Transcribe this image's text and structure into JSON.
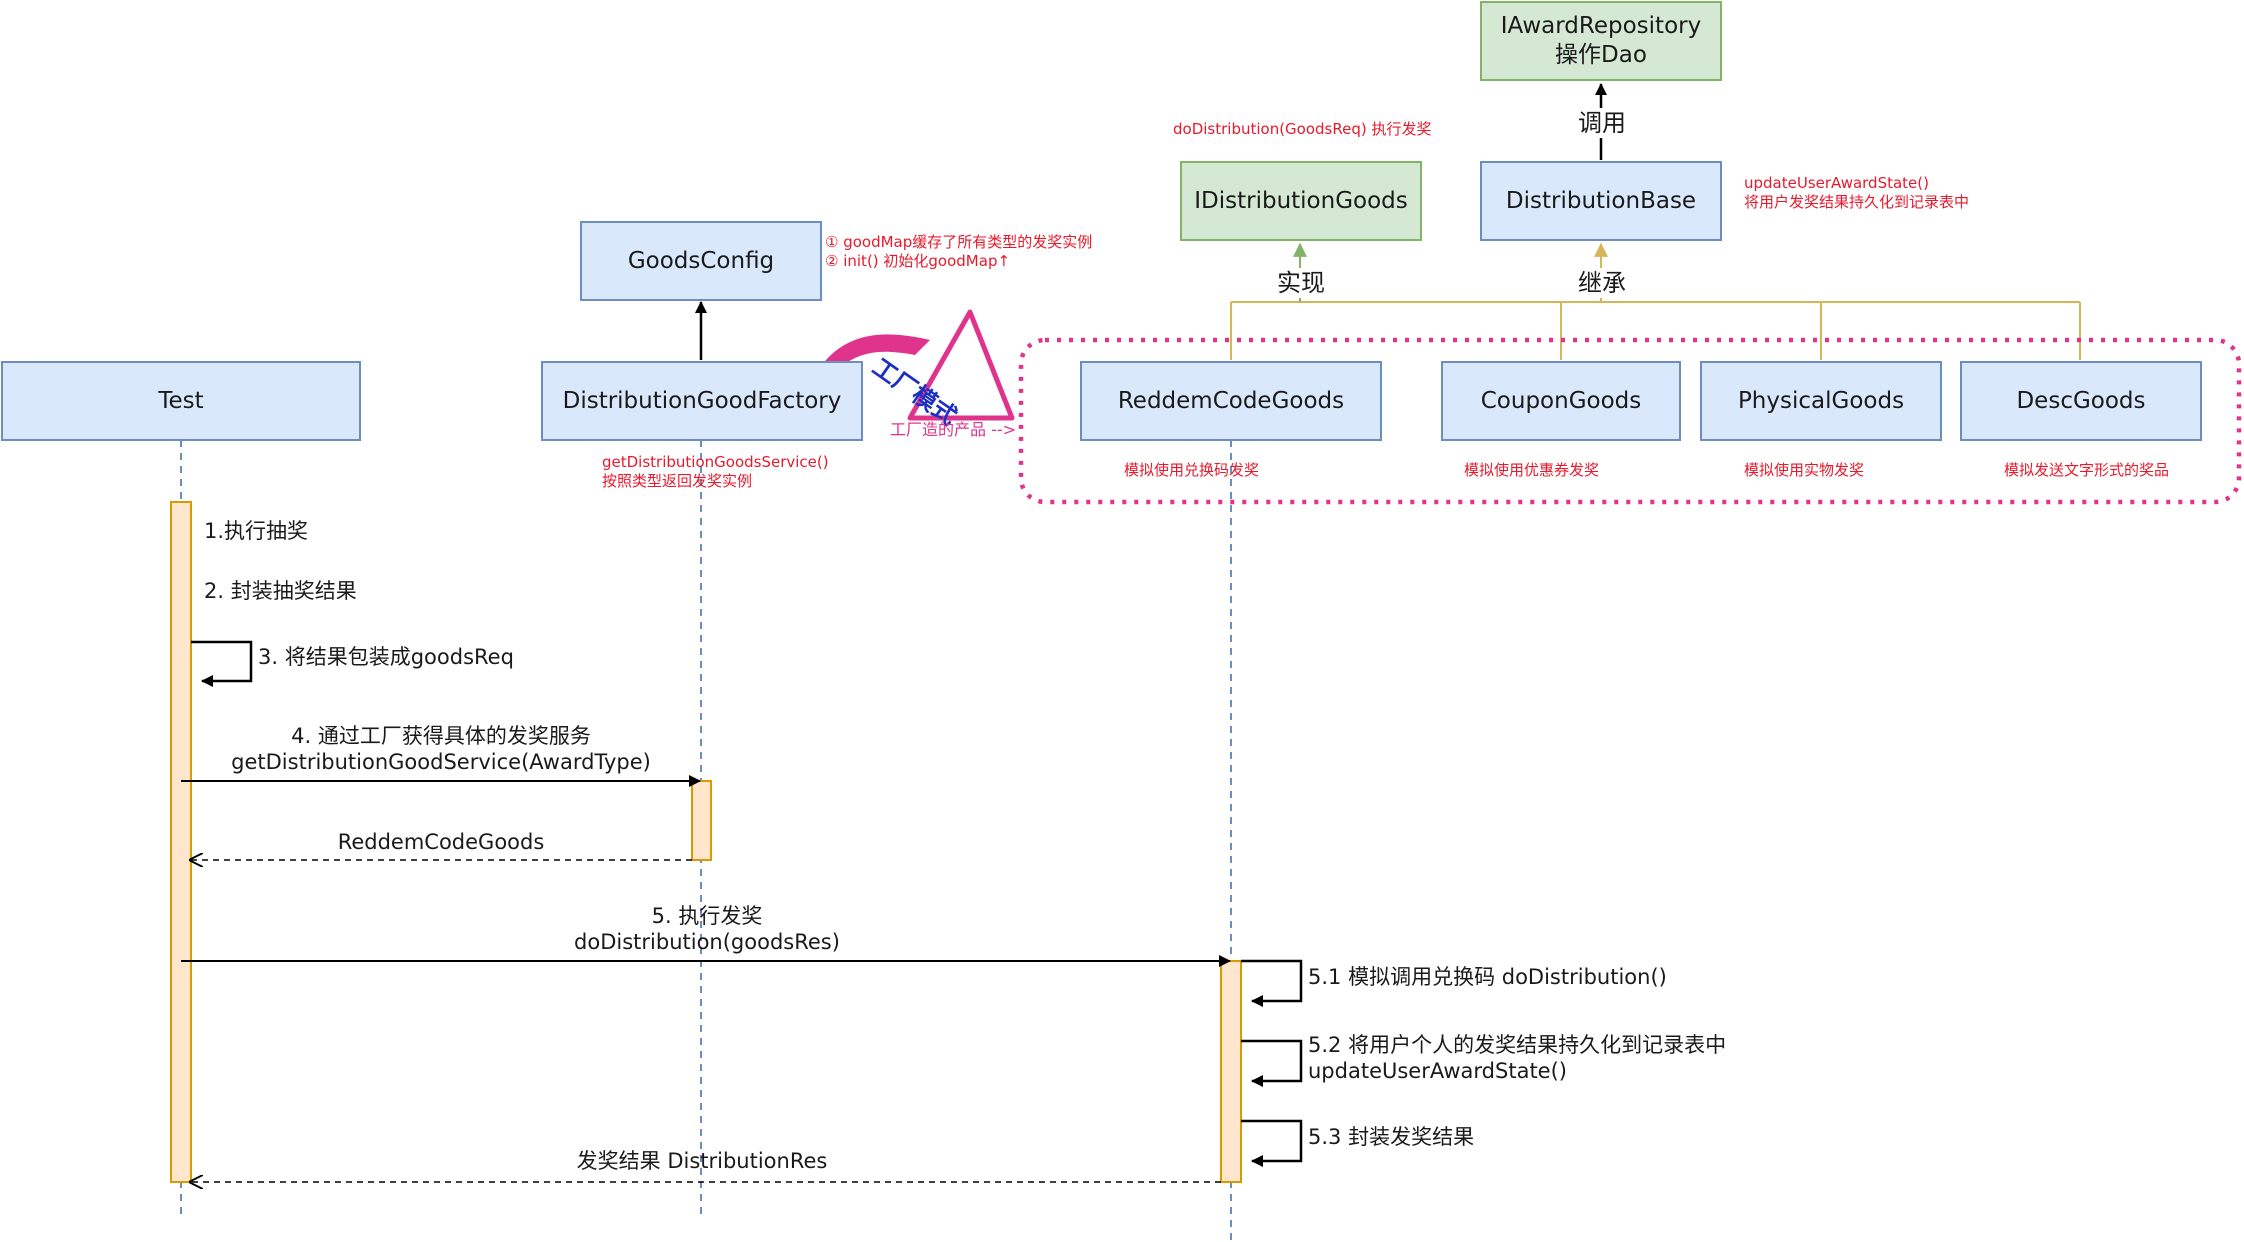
{
  "participants": {
    "test": "Test",
    "factory": "DistributionGoodFactory",
    "goods_config": "GoodsConfig",
    "idistribution": "IDistributionGoods",
    "dist_base": "DistributionBase",
    "repository": "IAwardRepository\n操作Dao",
    "reddem": "ReddemCodeGoods",
    "coupon": "CouponGoods",
    "physical": "PhysicalGoods",
    "desc": "DescGoods"
  },
  "relations": {
    "call": "调用",
    "implement": "实现",
    "inherit": "继承"
  },
  "notes": {
    "do_distribution": "doDistribution(GoodsReq) 执行发奖",
    "update_state": "updateUserAwardState()\n将用户发奖结果持久化到记录表中",
    "goods_map": "① goodMap缓存了所有类型的发奖实例\n② init() 初始化goodMap↑",
    "factory_method": "getDistributionGoodsService()\n按照类型返回发奖实例",
    "reddem_desc": "模拟使用兑换码发奖",
    "coupon_desc": "模拟使用优惠券发奖",
    "physical_desc": "模拟使用实物发奖",
    "desc_desc": "模拟发送文字形式的奖品"
  },
  "factory_pattern": {
    "label": "工厂模式",
    "product": "工厂造的产品 -->"
  },
  "messages": {
    "m1": "1.执行抽奖",
    "m2": "2. 封装抽奖结果",
    "m3": "3. 将结果包装成goodsReq",
    "m4": "4. 通过工厂获得具体的发奖服务\ngetDistributionGoodService(AwardType)",
    "m4_return": "ReddemCodeGoods",
    "m5": "5. 执行发奖\ndoDistribution(goodsRes)",
    "m51": "5.1 模拟调用兑换码 doDistribution()",
    "m52": "5.2 将用户个人的发奖结果持久化到记录表中\nupdateUserAwardState()",
    "m53": "5.3 封装发奖结果",
    "m5_return": "发奖结果 DistributionRes"
  },
  "colors": {
    "box_fill": "#dae8fc",
    "box_border": "#6c8ebf",
    "green_fill": "#d5e8d4",
    "green_border": "#82b366",
    "activation_fill": "#ffe6cc",
    "activation_border": "#d79b00",
    "note_red": "#e8192c",
    "pattern_pink": "#e0348c",
    "pattern_blue": "#1c2fc4"
  }
}
